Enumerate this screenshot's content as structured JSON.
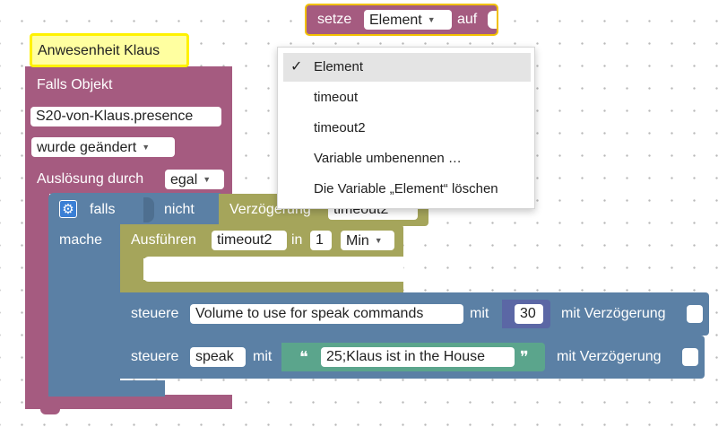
{
  "top_block": {
    "label": "setze",
    "variable": "Element",
    "suffix": "auf"
  },
  "hat_block": {
    "label": "Anwesenheit Klaus"
  },
  "trigger_block": {
    "falls_objekt": "Falls Objekt",
    "object_id": "S20-von-Klaus.presence",
    "condition": "wurde geändert",
    "ausloesung_label": "Auslösung durch",
    "ausloesung_value": "egal"
  },
  "if_block": {
    "falls": "falls",
    "nicht": "nicht",
    "verzoegerung_label": "Verzögerung",
    "verzoegerung_var": "timeout2",
    "mache": "mache"
  },
  "timeout_block": {
    "label": "Ausführen",
    "variable": "timeout2",
    "in_label": "in",
    "value": "1",
    "unit": "Min"
  },
  "control_block_1": {
    "label": "steuere",
    "target": "Volume to use for speak commands",
    "mit": "mit",
    "value": "30",
    "delay_label": "mit Verzögerung"
  },
  "control_block_2": {
    "label": "steuere",
    "target": "speak",
    "mit": "mit",
    "open_quote": "❝",
    "text": "25;Klaus ist in the House",
    "close_quote": "❞",
    "delay_label": "mit Verzögerung"
  },
  "dropdown_menu": {
    "items": [
      "Element",
      "timeout",
      "timeout2",
      "Variable umbenennen …",
      "Die Variable „Element“ löschen"
    ],
    "check_mark": "✓"
  },
  "colors": {
    "event": "#a55b80",
    "logic": "#5b80a5",
    "timeout": "#a5a55b",
    "text": "#5ba58c",
    "highlight": "#fff200"
  }
}
